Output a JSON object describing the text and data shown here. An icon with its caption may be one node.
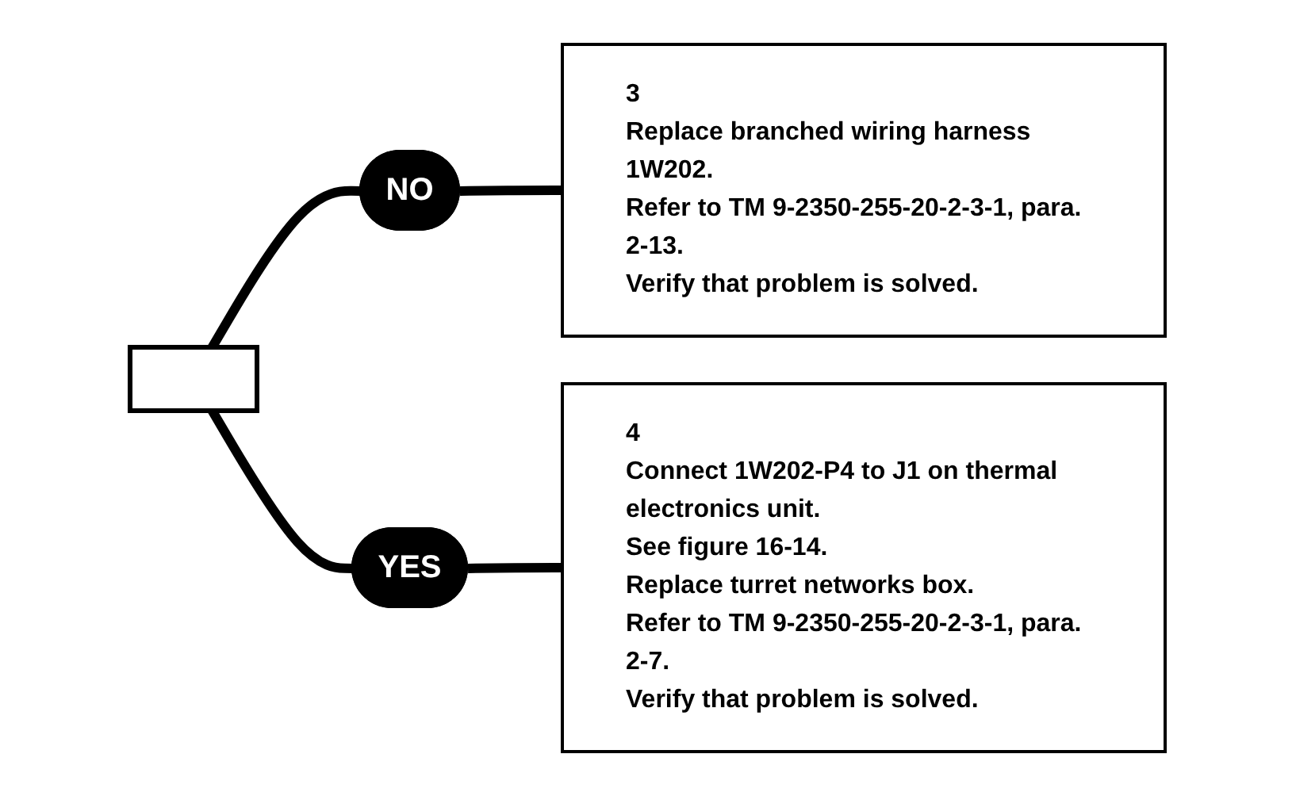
{
  "diagram": {
    "nodes": [
      {
        "text": [],
        "shape": "box"
      },
      {
        "text": [
          "NO"
        ]
      },
      {
        "text": [
          "3",
          "Replace branched wiring harness 1W202.",
          "Refer to TM 9-2350-255-20-2-3-1, para. 2-13.",
          "Verify that problem is solved."
        ]
      },
      {
        "text": [
          "YES"
        ]
      },
      {
        "text": [
          "4",
          "Connect 1W202-P4 to J1 on thermal electronics unit.",
          "See figure 16-14.",
          "Replace turret networks box.",
          "Refer to TM 9-2350-255-20-2-3-1, para. 2-7.",
          "Verify that problem is solved."
        ]
      }
    ],
    "edges": [
      {
        "from": 0,
        "to": 1,
        "arrow": "none"
      },
      {
        "from": 1,
        "to": 2,
        "arrow": "none"
      },
      {
        "from": 0,
        "to": 3,
        "arrow": "none"
      },
      {
        "from": 3,
        "to": 4,
        "arrow": "none"
      }
    ]
  }
}
